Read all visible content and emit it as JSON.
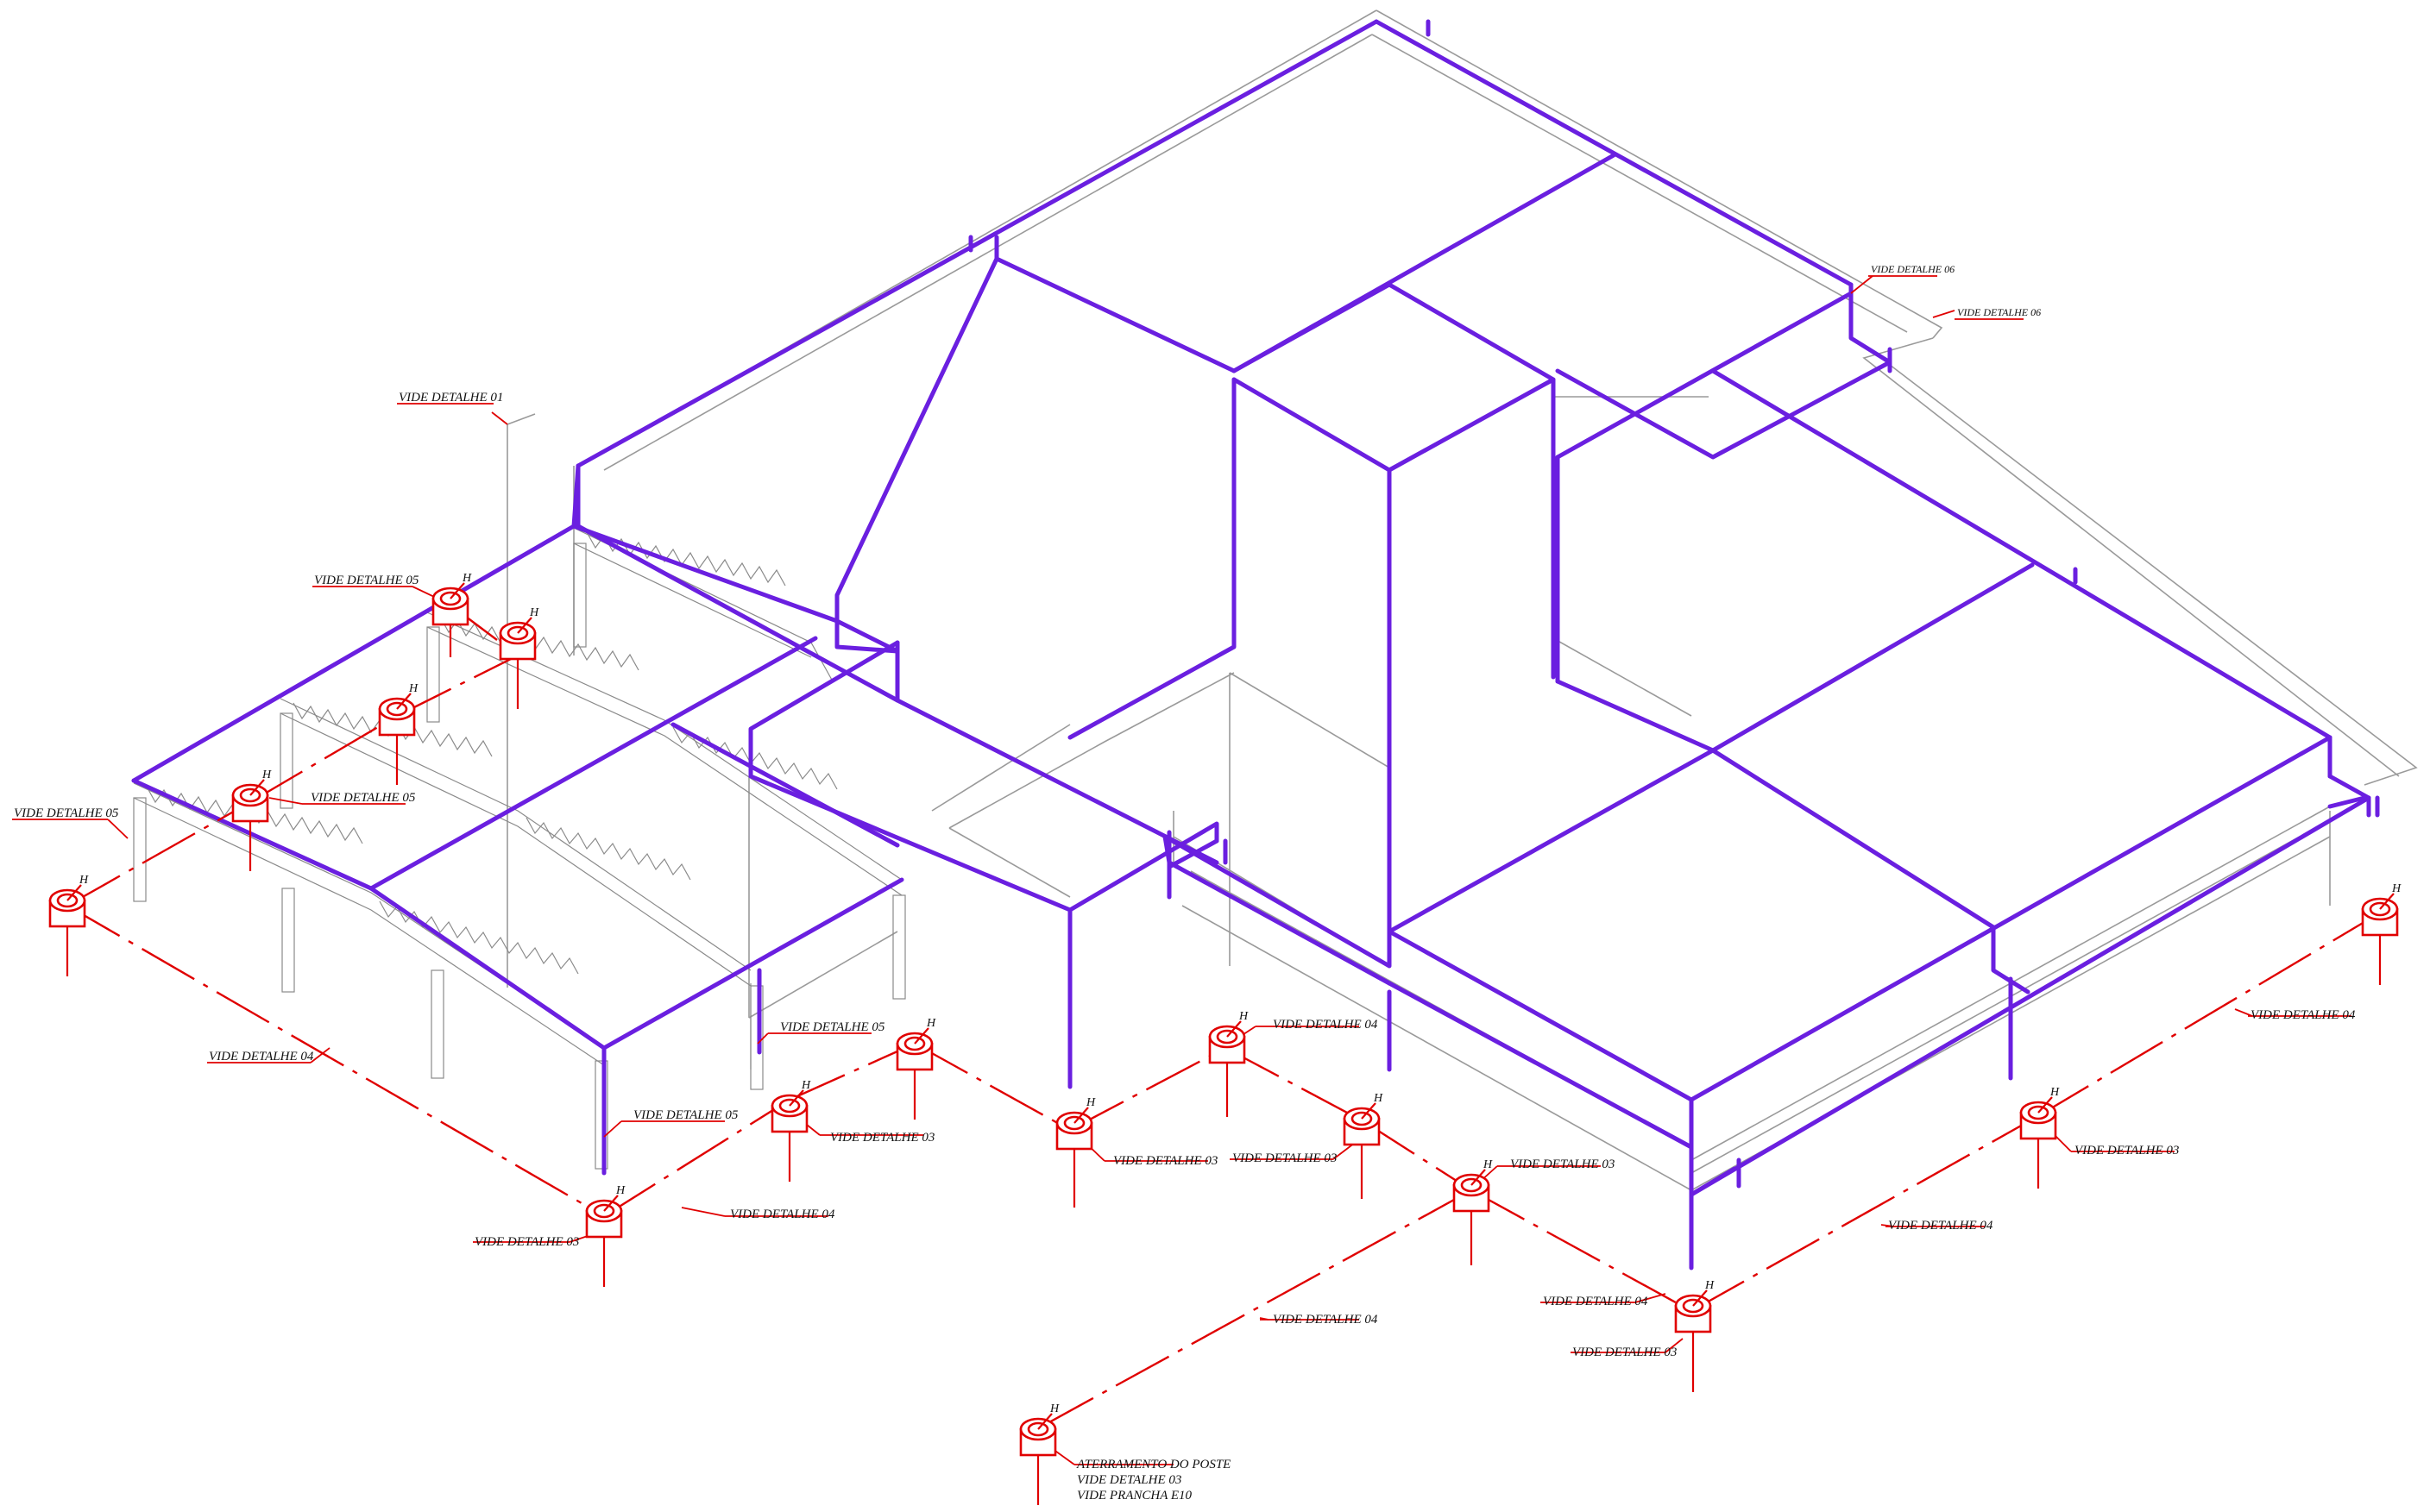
{
  "colors": {
    "building_outline": "#6a1fe0",
    "grounding_conductor": "#e00000",
    "construction_lines": "#9a9a9a",
    "text": "#111111"
  },
  "rod_marker": "H",
  "labels": {
    "detalhe_01": "VIDE DETALHE 01",
    "detalhe_03": "VIDE DETALHE 03",
    "detalhe_04": "VIDE DETALHE 04",
    "detalhe_05": "VIDE DETALHE 05",
    "detalhe_06": "VIDE DETALHE 06",
    "poste_line1": "ATERRAMENTO DO POSTE",
    "poste_line2": "VIDE DETALHE 03",
    "poste_line3": "VIDE PRANCHA E10"
  },
  "icons": [
    "grounding-rod-icon"
  ]
}
